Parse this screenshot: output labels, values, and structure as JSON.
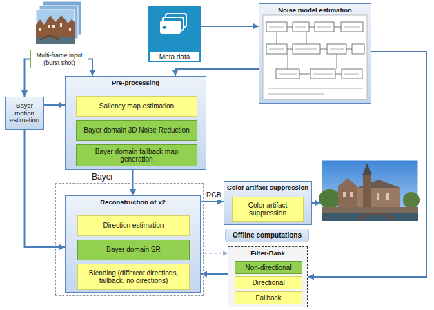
{
  "diagram": {
    "nodes": [
      {
        "text": [
          "Multi-frame input (burst shot)"
        ]
      },
      {
        "text": [
          "Meta data"
        ]
      },
      {
        "text": [
          "Noise model estimation"
        ]
      },
      {
        "text": [
          "Bayer motion estimation"
        ]
      },
      {
        "text": [
          "Pre-processing"
        ]
      },
      {
        "text": [
          "Saliency map estimation"
        ],
        "in": 4
      },
      {
        "text": [
          "Bayer domain 3D Noise Reduction"
        ],
        "in": 4
      },
      {
        "text": [
          "Bayer domain fallback map generation"
        ],
        "in": 4
      },
      {
        "text": [
          "Bayer"
        ]
      },
      {
        "text": [
          "Reconstruction of x2"
        ],
        "in": 8
      },
      {
        "text": [
          "Direction estimation"
        ],
        "in": 9
      },
      {
        "text": [
          "Bayer domain SR"
        ],
        "in": 9
      },
      {
        "text": [
          "Blending (different directions, fallback, no directions)"
        ],
        "in": 9
      },
      {
        "text": [
          "Color artifact suppression"
        ]
      },
      {
        "text": [
          "Color artifact suppression"
        ],
        "in": 13
      },
      {
        "text": [
          "Offline computations"
        ]
      },
      {
        "text": [
          "Filter-Bank"
        ]
      },
      {
        "text": [
          "Non-directional"
        ],
        "in": 16
      },
      {
        "text": [
          "Directional"
        ],
        "in": 16
      },
      {
        "text": [
          "Fallback"
        ],
        "in": 16
      }
    ],
    "edges": [
      {
        "from": 0,
        "to": 3,
        "arrow": "to"
      },
      {
        "from": 0,
        "to": 4,
        "arrow": "to"
      },
      {
        "from": 1,
        "to": 2,
        "arrow": "to"
      },
      {
        "from": 2,
        "to": 4,
        "arrow": "to"
      },
      {
        "from": 2,
        "to": 16,
        "arrow": "to"
      },
      {
        "from": 3,
        "to": 4,
        "arrow": "to"
      },
      {
        "from": 3,
        "to": 9,
        "arrow": "to"
      },
      {
        "from": 4,
        "to": 9,
        "arrow": "to"
      },
      {
        "from": 9,
        "to": 13,
        "label": "RGB",
        "arrow": "to"
      },
      {
        "from": 11,
        "to": 16,
        "arrow": "to"
      },
      {
        "from": 16,
        "to": 9,
        "arrow": "to"
      }
    ]
  }
}
